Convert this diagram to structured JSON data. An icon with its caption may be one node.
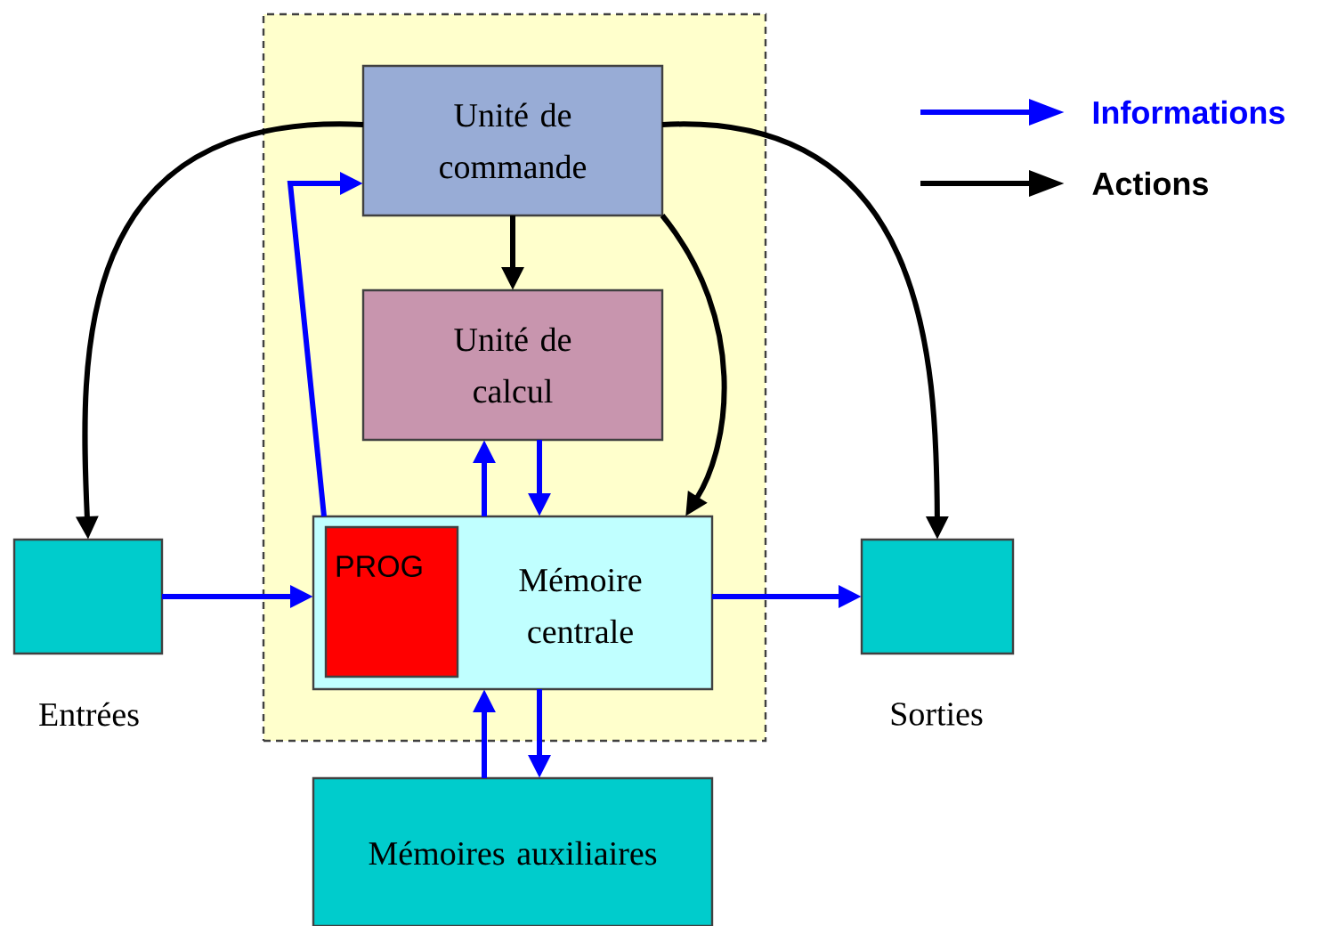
{
  "diagram": {
    "nodes": [
      {
        "text": [],
        "shape": "box"
      },
      {
        "text": [
          "Unité de commande"
        ],
        "in": 0
      },
      {
        "text": [
          "Unité de calcul"
        ],
        "in": 0
      },
      {
        "text": [
          "Mémoire centrale"
        ],
        "in": 0
      },
      {
        "text": [
          "PROG"
        ],
        "in": 3
      },
      {
        "text": [],
        "shape": "box",
        "beside": [
          "Entrées"
        ]
      },
      {
        "text": [],
        "shape": "box",
        "beside": [
          "Sorties"
        ]
      },
      {
        "text": [
          "Mémoires auxiliaires"
        ]
      }
    ],
    "edges": [
      {
        "from": 1,
        "to": 5,
        "arrow": "to",
        "color": "#000000"
      },
      {
        "from": 1,
        "to": 6,
        "arrow": "to",
        "color": "#000000"
      },
      {
        "from": 1,
        "to": 2,
        "arrow": "to",
        "color": "#000000"
      },
      {
        "from": 1,
        "to": 3,
        "arrow": "to",
        "color": "#000000"
      },
      {
        "from": 3,
        "to": 1,
        "arrow": "to"
      },
      {
        "from": 3,
        "to": 2,
        "arrow": "to"
      },
      {
        "from": 2,
        "to": 3,
        "arrow": "to"
      },
      {
        "from": 5,
        "to": 3,
        "arrow": "to"
      },
      {
        "from": 3,
        "to": 6,
        "arrow": "to"
      },
      {
        "from": 7,
        "to": 3,
        "arrow": "to"
      },
      {
        "from": 3,
        "to": 7,
        "arrow": "to"
      }
    ],
    "legend": [
      {
        "text": "Informations"
      },
      {
        "text": "Actions"
      }
    ]
  }
}
